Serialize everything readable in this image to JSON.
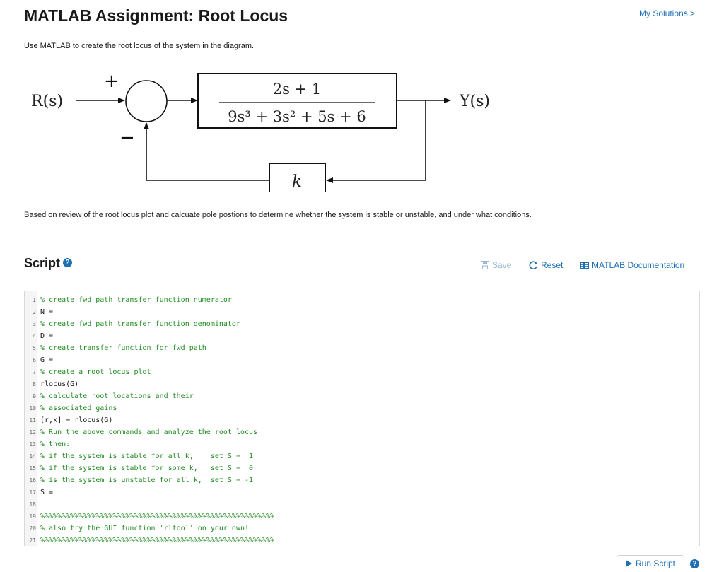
{
  "header": {
    "title": "MATLAB Assignment: Root Locus",
    "my_solutions": "My Solutions >"
  },
  "instructions": "Use MATLAB to create the root locus of the system in the diagram.",
  "diagram": {
    "input": "R(s)",
    "output": "Y(s)",
    "plus": "+",
    "minus": "−",
    "tf_numerator": "2s + 1",
    "tf_denominator": "9s³ + 3s² + 5s + 6",
    "feedback_gain": "k"
  },
  "question": "Based on review of the root locus plot and calcuate pole postions to determine whether the system is stable or unstable, and under what conditions.",
  "script": {
    "heading": "Script",
    "help": "?",
    "toolbar": {
      "save": "Save",
      "reset": "Reset",
      "docs": "MATLAB Documentation"
    },
    "lines": [
      {
        "n": "1",
        "text": "% create fwd path transfer function numerator"
      },
      {
        "n": "2",
        "text": "N ="
      },
      {
        "n": "3",
        "text": "% create fwd path transfer function denominator"
      },
      {
        "n": "4",
        "text": "D ="
      },
      {
        "n": "5",
        "text": "% create transfer function for fwd path"
      },
      {
        "n": "6",
        "text": "G ="
      },
      {
        "n": "7",
        "text": "% create a root locus plot"
      },
      {
        "n": "8",
        "text": "rlocus(G)"
      },
      {
        "n": "9",
        "text": "% calculate root locations and their"
      },
      {
        "n": "10",
        "text": "% associated gains"
      },
      {
        "n": "11",
        "text": "[r,k] = rlocus(G)"
      },
      {
        "n": "12",
        "text": "% Run the above commands and analyze the root locus"
      },
      {
        "n": "13",
        "text": "% then:"
      },
      {
        "n": "14",
        "text": "% if the system is stable for all k,    set S =  1"
      },
      {
        "n": "15",
        "text": "% if the system is stable for some k,   set S =  0"
      },
      {
        "n": "16",
        "text": "% is the system is unstable for all k,  set S = -1"
      },
      {
        "n": "17",
        "text": "S ="
      },
      {
        "n": "18",
        "text": ""
      },
      {
        "n": "19",
        "text": "%%%%%%%%%%%%%%%%%%%%%%%%%%%%%%%%%%%%%%%%%%%%%%%%%%%%%%%"
      },
      {
        "n": "20",
        "text": "% also try the GUI function 'rltool' on your own!"
      },
      {
        "n": "21",
        "text": "%%%%%%%%%%%%%%%%%%%%%%%%%%%%%%%%%%%%%%%%%%%%%%%%%%%%%%%"
      }
    ]
  },
  "run": {
    "label": "Run Script",
    "help": "?"
  }
}
